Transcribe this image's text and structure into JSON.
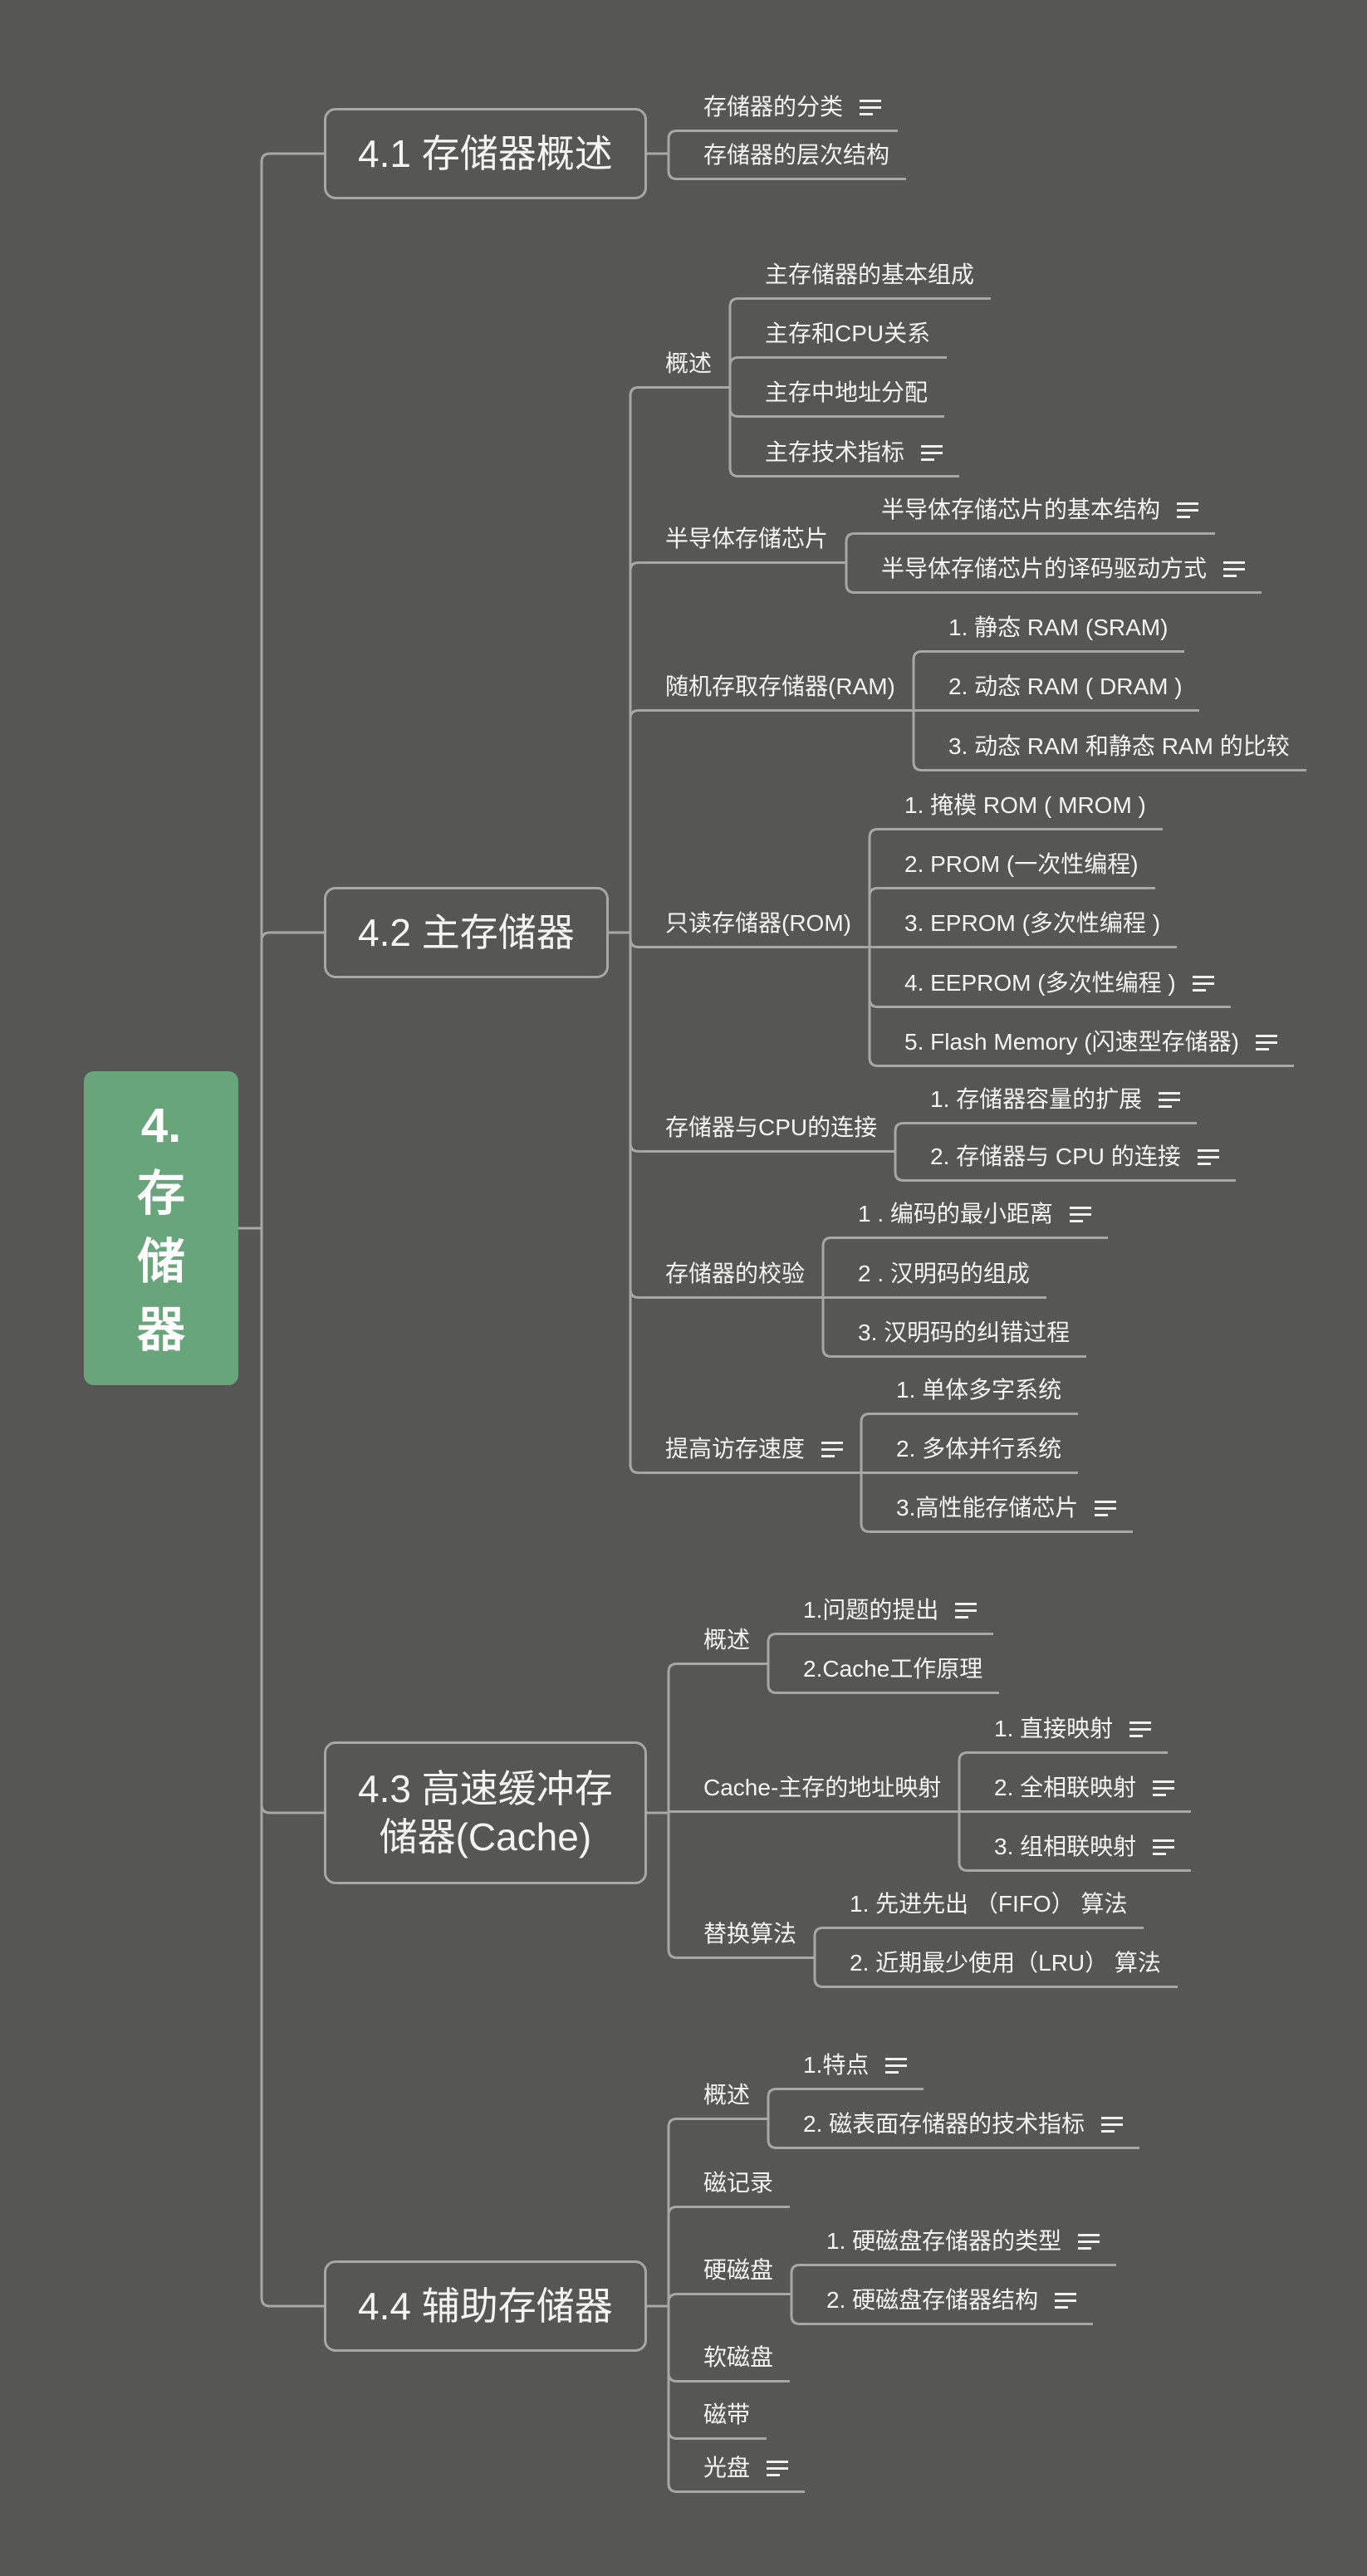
{
  "root": {
    "lines": [
      "4.",
      "存",
      "储",
      "器"
    ],
    "color": "#68a57b"
  },
  "colors": {
    "background": "#565754",
    "line": "#a6a8a3"
  },
  "s41": {
    "title": "4.1 存储器概述",
    "children": [
      "存储器的分类",
      "存储器的层次结构"
    ]
  },
  "s42": {
    "title": "4.2 主存储器",
    "gaishu": {
      "label": "概述",
      "children": [
        "主存储器的基本组成",
        "主存和CPU关系",
        "主存中地址分配",
        "主存技术指标"
      ]
    },
    "chip": {
      "label": "半导体存储芯片",
      "children": [
        "半导体存储芯片的基本结构",
        "半导体存储芯片的译码驱动方式"
      ]
    },
    "ram": {
      "label": "随机存取存储器(RAM)",
      "children": [
        "1. 静态 RAM (SRAM)",
        "2. 动态 RAM ( DRAM )",
        "3. 动态 RAM 和静态 RAM 的比较"
      ]
    },
    "rom": {
      "label": "只读存储器(ROM)",
      "children": [
        "1. 掩模 ROM ( MROM )",
        "2. PROM (一次性编程)",
        "3. EPROM (多次性编程 )",
        "4. EEPROM (多次性编程 )",
        "5. Flash Memory (闪速型存储器)"
      ]
    },
    "cpu": {
      "label": "存储器与CPU的连接",
      "children": [
        "1. 存储器容量的扩展",
        "2. 存储器与 CPU 的连接"
      ]
    },
    "check": {
      "label": "存储器的校验",
      "children": [
        "1 . 编码的最小距离",
        "2 . 汉明码的组成",
        "3. 汉明码的纠错过程"
      ]
    },
    "speed": {
      "label": "提高访存速度",
      "children": [
        "1. 单体多字系统",
        "2. 多体并行系统",
        "3.高性能存储芯片"
      ]
    }
  },
  "s43": {
    "title_line1": "4.3 高速缓冲存",
    "title_line2": "储器(Cache)",
    "gaishu": {
      "label": "概述",
      "children": [
        "1.问题的提出",
        "2.Cache工作原理"
      ]
    },
    "map": {
      "label": "Cache-主存的地址映射",
      "children": [
        "1. 直接映射",
        "2. 全相联映射",
        "3. 组相联映射"
      ]
    },
    "replace": {
      "label": "替换算法",
      "children": [
        "1. 先进先出 （FIFO） 算法",
        "2. 近期最少使用（LRU） 算法"
      ]
    }
  },
  "s44": {
    "title": "4.4 辅助存储器",
    "gaishu": {
      "label": "概述",
      "children": [
        "1.特点",
        "2. 磁表面存储器的技术指标"
      ]
    },
    "record": {
      "label": "磁记录"
    },
    "hdd": {
      "label": "硬磁盘",
      "children": [
        "1. 硬磁盘存储器的类型",
        "2. 硬磁盘存储器结构"
      ]
    },
    "floppy": {
      "label": "软磁盘"
    },
    "tape": {
      "label": "磁带"
    },
    "disc": {
      "label": "光盘"
    }
  }
}
